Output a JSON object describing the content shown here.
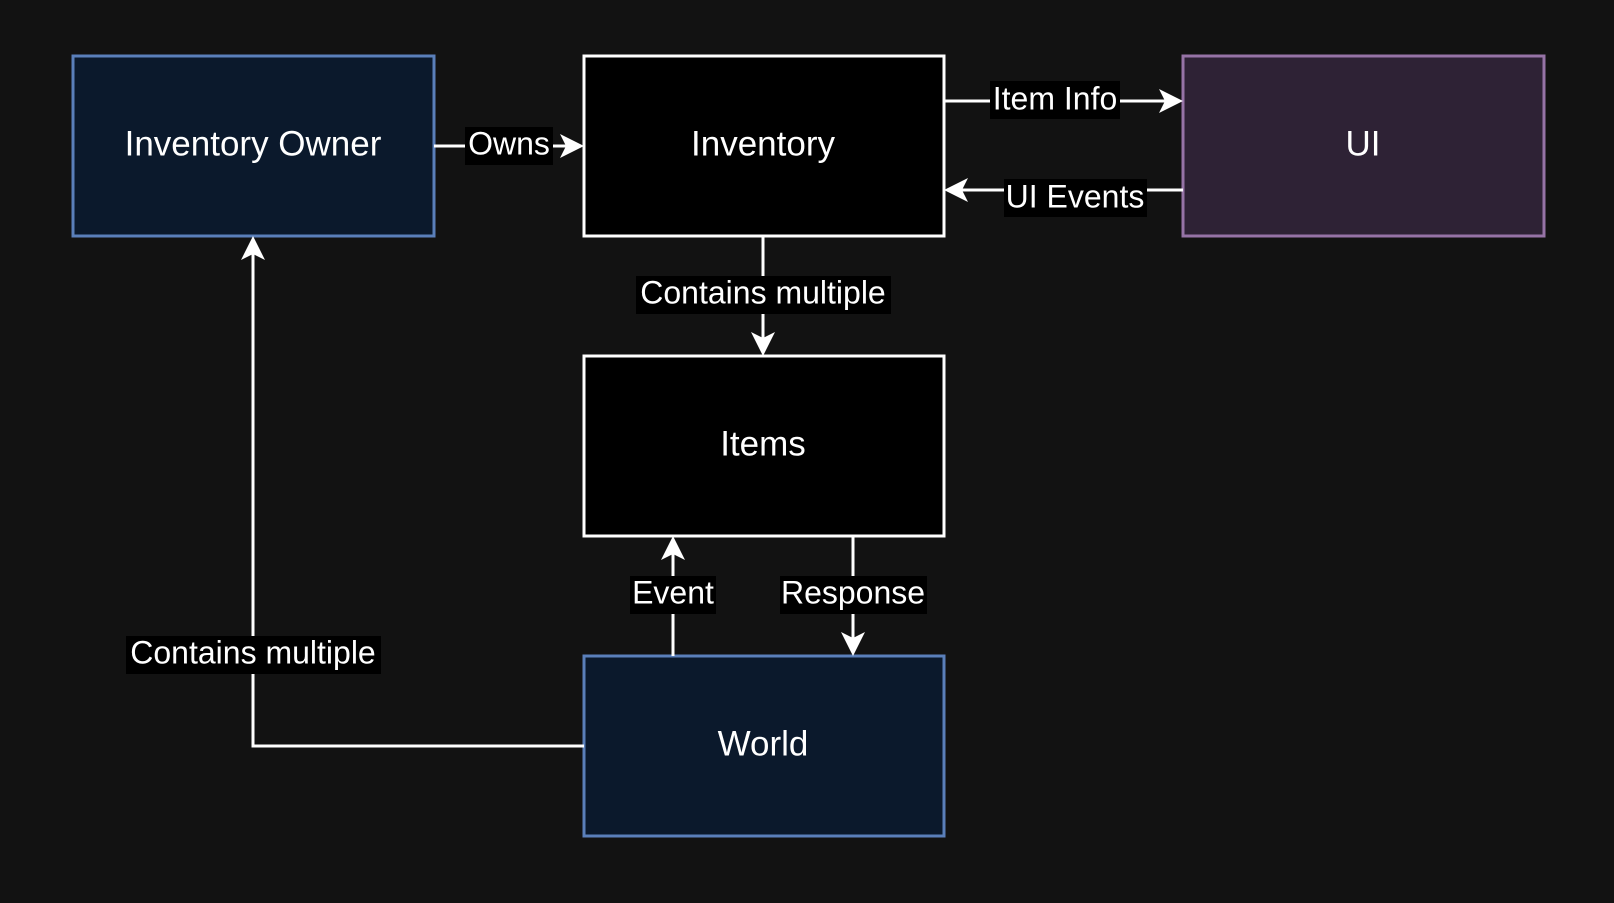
{
  "colors": {
    "background": "#121212",
    "line": "#ffffff",
    "text": "#ffffff",
    "label_background": "#000000",
    "blue_fill": "#0b192c",
    "blue_stroke": "#5a7fba",
    "black_fill": "#000000",
    "white_stroke": "#ffffff",
    "purple_fill": "#2e2235",
    "purple_stroke": "#9673a6"
  },
  "nodes": {
    "inventory_owner": "Inventory Owner",
    "inventory": "Inventory",
    "ui": "UI",
    "items": "Items",
    "world": "World"
  },
  "edges": {
    "owns": "Owns",
    "item_info": "Item Info",
    "ui_events": "UI Events",
    "inventory_contains": "Contains multiple",
    "event": "Event",
    "response": "Response",
    "world_contains": "Contains multiple"
  }
}
